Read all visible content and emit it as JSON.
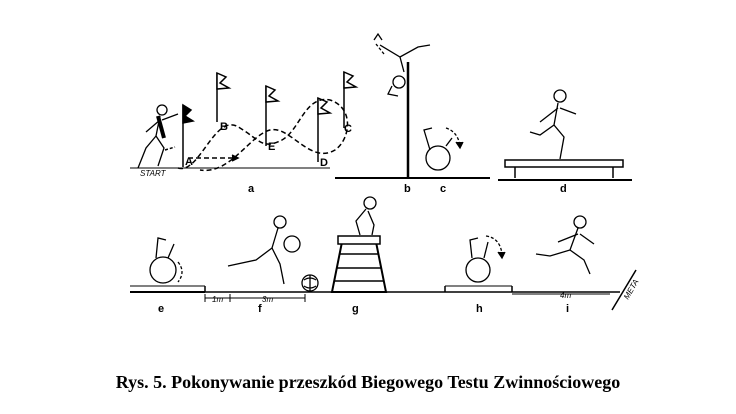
{
  "caption": "Rys. 5. Pokonywanie przeszkód Biegowego Testu Zwinnościowego",
  "panels": {
    "a": "a",
    "b": "b",
    "c": "c",
    "d": "d",
    "e": "e",
    "f": "f",
    "g": "g",
    "h": "h",
    "i": "i"
  },
  "flags": {
    "A": "A",
    "B": "B",
    "C": "C",
    "D": "D",
    "E": "E"
  },
  "markers": {
    "start": "START",
    "meta": "META",
    "dist_1m": "1m",
    "dist_3m": "3m",
    "dist_4m": "4m"
  }
}
